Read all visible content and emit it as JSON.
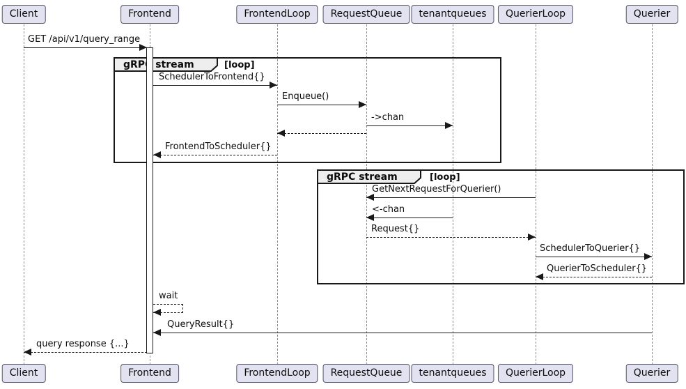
{
  "diagram": {
    "kind": "sequence-diagram",
    "colors": {
      "participant_fill": "#E2E2F0",
      "participant_border": "#54546a",
      "line_color": "#181818",
      "lifeline_color": "#8b8b8b",
      "frame_tab_fill": "#EEEEEE",
      "background": "#ffffff"
    }
  },
  "participants": [
    {
      "name": "Client"
    },
    {
      "name": "Frontend"
    },
    {
      "name": "FrontendLoop"
    },
    {
      "name": "RequestQueue"
    },
    {
      "name": "tenantqueues"
    },
    {
      "name": "QuerierLoop"
    },
    {
      "name": "Querier"
    }
  ],
  "frames": [
    {
      "title": "gRPC stream",
      "condition": "[loop]"
    },
    {
      "title": "gRPC stream",
      "condition": "[loop]"
    }
  ],
  "messages": [
    {
      "label": "GET /api/v1/query_range",
      "from": "Client",
      "to": "Frontend",
      "line": "solid"
    },
    {
      "label": "SchedulerToFrontend{}",
      "from": "Frontend",
      "to": "FrontendLoop",
      "line": "solid"
    },
    {
      "label": "Enqueue()",
      "from": "FrontendLoop",
      "to": "RequestQueue",
      "line": "solid"
    },
    {
      "label": "->chan",
      "from": "RequestQueue",
      "to": "tenantqueues",
      "line": "solid"
    },
    {
      "label": "",
      "from": "RequestQueue",
      "to": "FrontendLoop",
      "line": "dashed"
    },
    {
      "label": "FrontendToScheduler{}",
      "from": "FrontendLoop",
      "to": "Frontend",
      "line": "dashed"
    },
    {
      "label": "GetNextRequestForQuerier()",
      "from": "QuerierLoop",
      "to": "RequestQueue",
      "line": "solid"
    },
    {
      "label": "<-chan",
      "from": "tenantqueues",
      "to": "RequestQueue",
      "line": "solid"
    },
    {
      "label": "Request{}",
      "from": "RequestQueue",
      "to": "QuerierLoop",
      "line": "dashed"
    },
    {
      "label": "SchedulerToQuerier{}",
      "from": "QuerierLoop",
      "to": "Querier",
      "line": "solid"
    },
    {
      "label": "QuerierToScheduler{}",
      "from": "Querier",
      "to": "QuerierLoop",
      "line": "dashed"
    },
    {
      "label": "wait",
      "from": "Frontend",
      "to": "Frontend",
      "line": "dashed"
    },
    {
      "label": "QueryResult{}",
      "from": "Querier",
      "to": "Frontend",
      "line": "solid"
    },
    {
      "label": "query response {...}",
      "from": "Frontend",
      "to": "Client",
      "line": "dashed"
    }
  ]
}
